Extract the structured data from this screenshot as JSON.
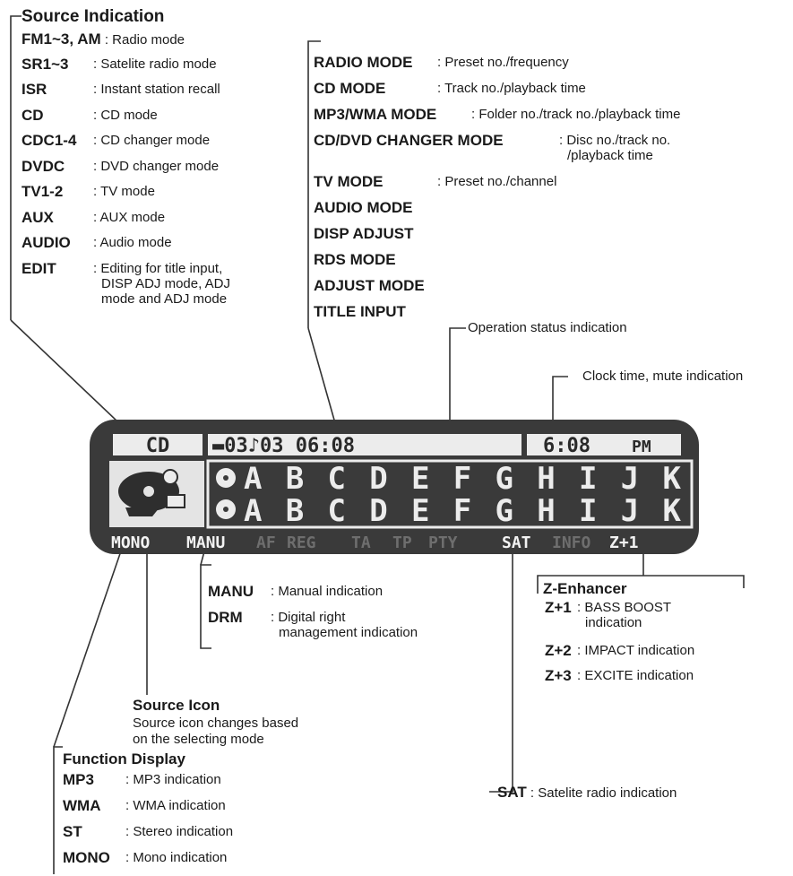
{
  "source_indication": {
    "title": "Source Indication",
    "items": [
      {
        "key": "FM1~3, AM",
        "desc": ": Radio mode"
      },
      {
        "key": "SR1~3",
        "desc": ": Satelite radio mode"
      },
      {
        "key": "ISR",
        "desc": ": Instant station recall"
      },
      {
        "key": "CD",
        "desc": ": CD mode"
      },
      {
        "key": "CDC1-4",
        "desc": ": CD changer mode"
      },
      {
        "key": "DVDC",
        "desc": ": DVD changer mode"
      },
      {
        "key": "TV1-2",
        "desc": ": TV mode"
      },
      {
        "key": "AUX",
        "desc": ": AUX mode"
      },
      {
        "key": "AUDIO",
        "desc": ": Audio mode"
      },
      {
        "key": "EDIT",
        "desc": ": Editing for title input, DISP ADJ mode, ADJ mode and ADJ mode",
        "desc_lines": [
          ": Editing for title input,",
          "DISP ADJ mode, ADJ",
          "mode and ADJ mode"
        ]
      }
    ]
  },
  "operation_status": {
    "items": [
      {
        "key": "RADIO MODE",
        "desc": ": Preset no./frequency"
      },
      {
        "key": "CD MODE",
        "desc": ": Track no./playback time"
      },
      {
        "key": "MP3/WMA MODE",
        "desc": ": Folder no./track no./playback time"
      },
      {
        "key": "CD/DVD CHANGER MODE",
        "desc": ": Disc no./track no. /playback time",
        "desc_lines": [
          ": Disc no./track no.",
          "/playback time"
        ]
      },
      {
        "key": "TV MODE",
        "desc": ": Preset no./channel"
      },
      {
        "key": "AUDIO MODE",
        "desc": ""
      },
      {
        "key": "DISP ADJUST",
        "desc": ""
      },
      {
        "key": "RDS MODE",
        "desc": ""
      },
      {
        "key": "ADJUST MODE",
        "desc": ""
      },
      {
        "key": "TITLE INPUT",
        "desc": ""
      }
    ],
    "callout": "Operation status indication"
  },
  "clock_callout": "Clock time, mute indication",
  "display": {
    "source": "CD",
    "track_info": "▬03♪03  06:08",
    "clock": "6:08",
    "ampm": "PM",
    "line1": "ABCDEFGHIJK",
    "line2": "ABCDEFGHIJK",
    "indicators": [
      {
        "text": "MONO",
        "active": true
      },
      {
        "text": "MANU",
        "active": true
      },
      {
        "text": "AF",
        "active": false
      },
      {
        "text": "REG",
        "active": false
      },
      {
        "text": "TA",
        "active": false
      },
      {
        "text": "TP",
        "active": false
      },
      {
        "text": "PTY",
        "active": false
      },
      {
        "text": "SAT",
        "active": true
      },
      {
        "text": "INFO",
        "active": false
      },
      {
        "text": "Z+1",
        "active": true
      }
    ],
    "colors": {
      "bezel": "#3a3a3a",
      "panel": "#ededed",
      "active_text": "#f2f2f2",
      "inactive_text": "#6e6e6e",
      "lcd_dark": "#2e2e2e"
    }
  },
  "manual": {
    "items": [
      {
        "key": "MANU",
        "desc": ": Manual indication"
      },
      {
        "key": "DRM",
        "desc": ": Digital right management indication",
        "desc_lines": [
          ": Digital right",
          "management indication"
        ]
      }
    ]
  },
  "z_enhancer": {
    "title": "Z-Enhancer",
    "items": [
      {
        "key": "Z+1",
        "desc": ": BASS BOOST indication",
        "desc_lines": [
          ": BASS BOOST",
          "indication"
        ]
      },
      {
        "key": "Z+2",
        "desc": ": IMPACT indication"
      },
      {
        "key": "Z+3",
        "desc": ": EXCITE indication"
      }
    ]
  },
  "source_icon": {
    "title": "Source Icon",
    "desc": "Source icon changes based on the selecting mode",
    "desc_lines": [
      "Source icon changes based",
      "on the selecting mode"
    ]
  },
  "sat": {
    "key": "SAT",
    "desc": ": Satelite radio indication"
  },
  "function_display": {
    "title": "Function Display",
    "items": [
      {
        "key": "MP3",
        "desc": ": MP3 indication"
      },
      {
        "key": "WMA",
        "desc": ": WMA indication"
      },
      {
        "key": "ST",
        "desc": ": Stereo indication"
      },
      {
        "key": "MONO",
        "desc": ": Mono indication"
      }
    ]
  }
}
